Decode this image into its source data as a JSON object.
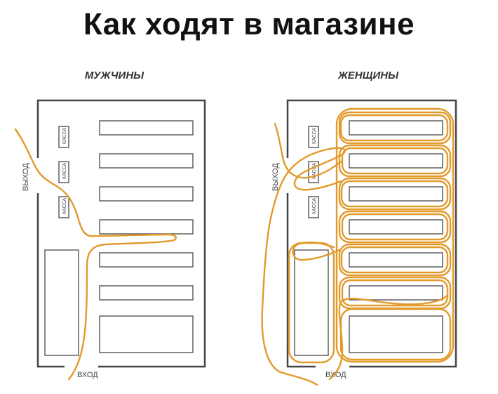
{
  "title": "Как ходят в магазине",
  "panels": [
    {
      "heading": "МУЖЧИНЫ",
      "exit_label": "ВЫХОД",
      "entrance_label": "ВХОД",
      "checkout_label": "КАССА"
    },
    {
      "heading": "ЖЕНЩИНЫ",
      "exit_label": "ВЫХОД",
      "entrance_label": "ВХОД",
      "checkout_label": "КАССА"
    }
  ],
  "colors": {
    "path": "#e29a2b",
    "walls": "#444444",
    "text": "#111111"
  }
}
